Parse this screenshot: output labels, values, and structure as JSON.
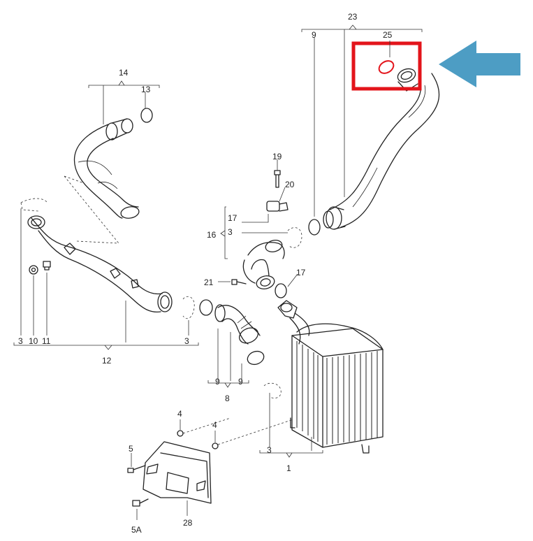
{
  "colors": {
    "highlight": "#e3141b",
    "arrow": "#4d9dc4",
    "seal_highlighted": "#e3141b",
    "line": "#222222"
  },
  "callouts": {
    "c23": "23",
    "c25": "25",
    "c9_top": "9",
    "c14": "14",
    "c13": "13",
    "c19": "19",
    "c20": "20",
    "c17_top": "17",
    "c16": "16",
    "c3_mid": "3",
    "c17_right": "17",
    "c21": "21",
    "c3_left": "3",
    "c10": "10",
    "c11": "11",
    "c3_under": "3",
    "c12": "12",
    "c9_a": "9",
    "c9_b": "9",
    "c8": "8",
    "c3_bottom": "3",
    "c1": "1",
    "c4_a": "4",
    "c4_b": "4",
    "c5": "5",
    "c5A": "5A",
    "c28": "28"
  },
  "icons": {
    "arrow": "arrow-left-icon",
    "highlight": "highlight-box"
  }
}
